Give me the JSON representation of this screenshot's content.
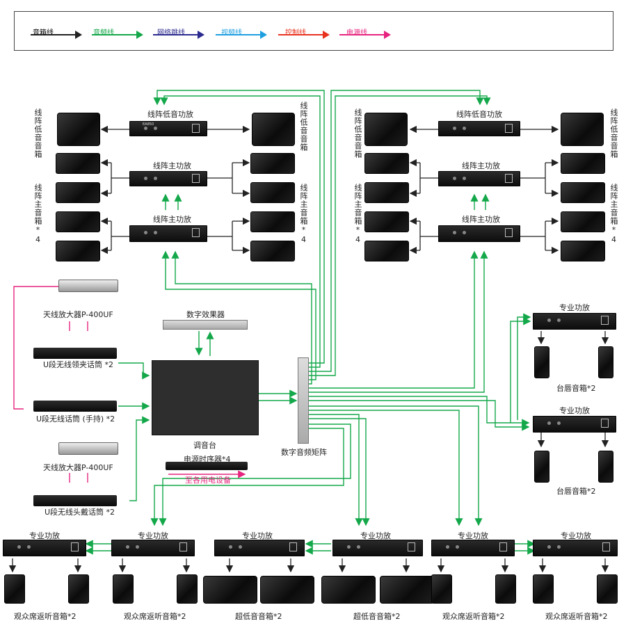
{
  "legend": [
    {
      "label": "音箱线",
      "color": "#222222"
    },
    {
      "label": "音频线",
      "color": "#14a84a"
    },
    {
      "label": "网络跳线",
      "color": "#2b2a8f"
    },
    {
      "label": "视频线",
      "color": "#1f9fe0"
    },
    {
      "label": "控制线",
      "color": "#e8331f"
    },
    {
      "label": "电源线",
      "color": "#e6247f"
    }
  ],
  "devices": {
    "line_array_low_amp": "线阵低音功放",
    "line_array_main_amp": "线阵主功放",
    "line_array_low_speaker": "线阵低音音箱",
    "line_array_main_speaker": "线阵主音箱*4",
    "antenna_amp": "天线放大器P-400UF",
    "lavalier_mic": "U段无线领夹话筒 *2",
    "handheld_mic": "U段无线话筒 (手持) *2",
    "headset_mic": "U段无线头戴话筒 *2",
    "effects": "数字效果器",
    "mixer": "调音台",
    "sequencer": "电源时序器*4",
    "to_power": "至各用电设备",
    "matrix": "数字音频矩阵",
    "pro_amp": "专业功放",
    "stage_speaker": "台唇音箱*2",
    "monitor_speaker": "观众席返听音箱*2",
    "sub_speaker": "超低音音箱*2",
    "amp_badge": "EA850"
  }
}
